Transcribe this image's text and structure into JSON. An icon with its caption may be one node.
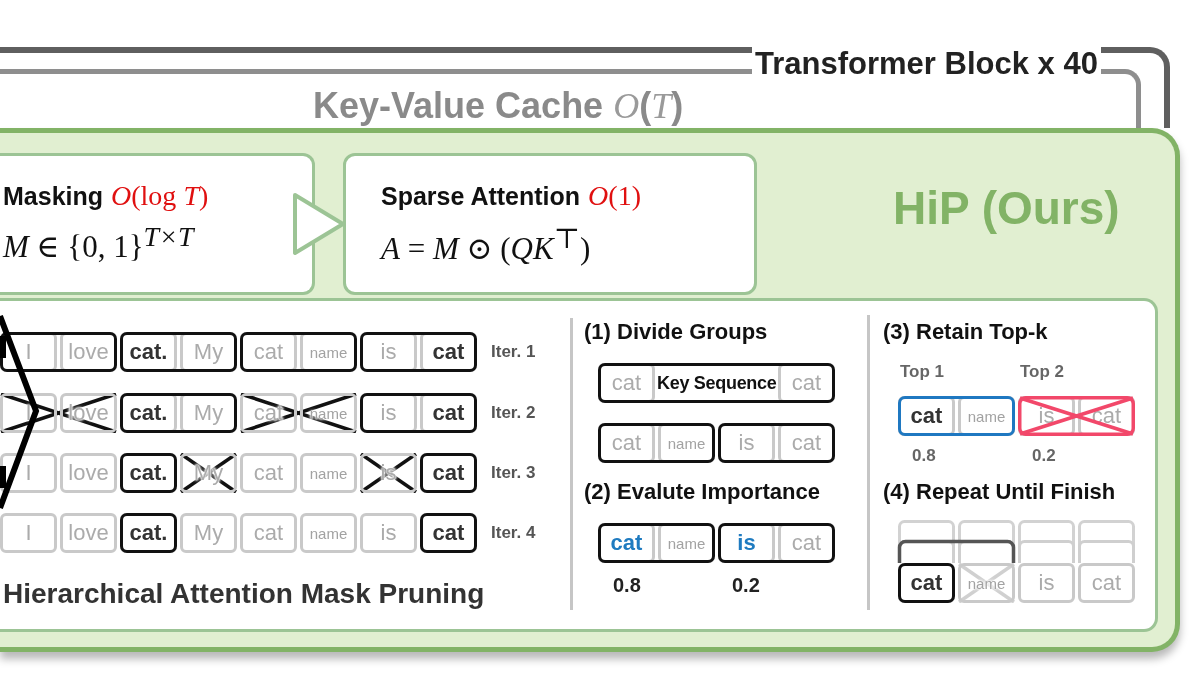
{
  "diagram": {
    "nodes": [
      {
        "text": [
          "Transformer Block x 40"
        ]
      },
      {
        "text": [
          "Key-Value Cache *O*(*T*)"
        ],
        "in": 0
      },
      {
        "text": [
          "HiP (Ours)"
        ]
      },
      {
        "text": [
          "Masking",
          "*O*(log *T*)",
          "*M* ∈ {0, 1}$^{T×T}$"
        ],
        "in": 2
      },
      {
        "text": [
          "Sparse Attention",
          "*O*(1)",
          "*A* = *M* ⊙ (*QK*$^{⊤}$)"
        ],
        "in": 2
      },
      {
        "text": [
          "Hierarchical Attention Mask Pruning"
        ],
        "in": 2
      }
    ],
    "edges": [
      {
        "from": 3,
        "to": 4,
        "arrow": "to"
      }
    ],
    "labels": [
      "I",
      "love",
      "cat.",
      "My",
      "cat",
      "name",
      "is",
      "cat",
      "Iter. 1",
      "I",
      "love",
      "cat.",
      "My",
      "cat",
      "name",
      "is",
      "cat",
      "Iter. 2",
      "I",
      "love",
      "cat.",
      "My",
      "cat",
      "name",
      "is",
      "cat",
      "Iter. 3",
      "I",
      "love",
      "cat.",
      "My",
      "cat",
      "name",
      "is",
      "cat",
      "Iter. 4",
      "(1) Divide Groups",
      "cat",
      "Key Sequence",
      "cat",
      "cat",
      "name",
      "is",
      "cat",
      "(2) Evalute Importance",
      "cat",
      "name",
      "is",
      "cat",
      "0.8",
      "0.2",
      "(3) Retain Top-k",
      "Top 1",
      "Top 2",
      "cat",
      "name",
      "is",
      "cat",
      "0.8",
      "0.2",
      "(4) Repeat Until Finish",
      "cat",
      "name",
      "is",
      "cat"
    ]
  }
}
